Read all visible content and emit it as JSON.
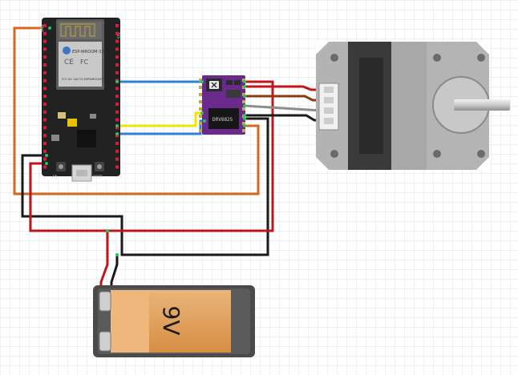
{
  "esp32": {
    "module_line1": "ESP-WROOM-32",
    "module_line2": "FCC ID: 2AC7Z-ESPWROOM32",
    "btn_left": "EN",
    "btn_right": "BOOT",
    "pin_label_left": "GND",
    "pin_label_right": "3V3"
  },
  "driver": {
    "chip_label": "DRV8825"
  },
  "battery": {
    "label": "9V"
  },
  "colors": {
    "orange_wire": "#d46a1e",
    "blue_wire": "#2f7fd6",
    "yellow_wire": "#f2e600",
    "red_wire": "#c0161b",
    "black_wire": "#1a1a1a",
    "gray_wire": "#8c8c8c",
    "brown_wire": "#8b3a12",
    "board_black": "#222222",
    "driver_purple": "#6a2a8c",
    "pin_red": "#d1203c",
    "motor_gray": "#9a9a9a",
    "battery_orange": "#e3a15f"
  }
}
